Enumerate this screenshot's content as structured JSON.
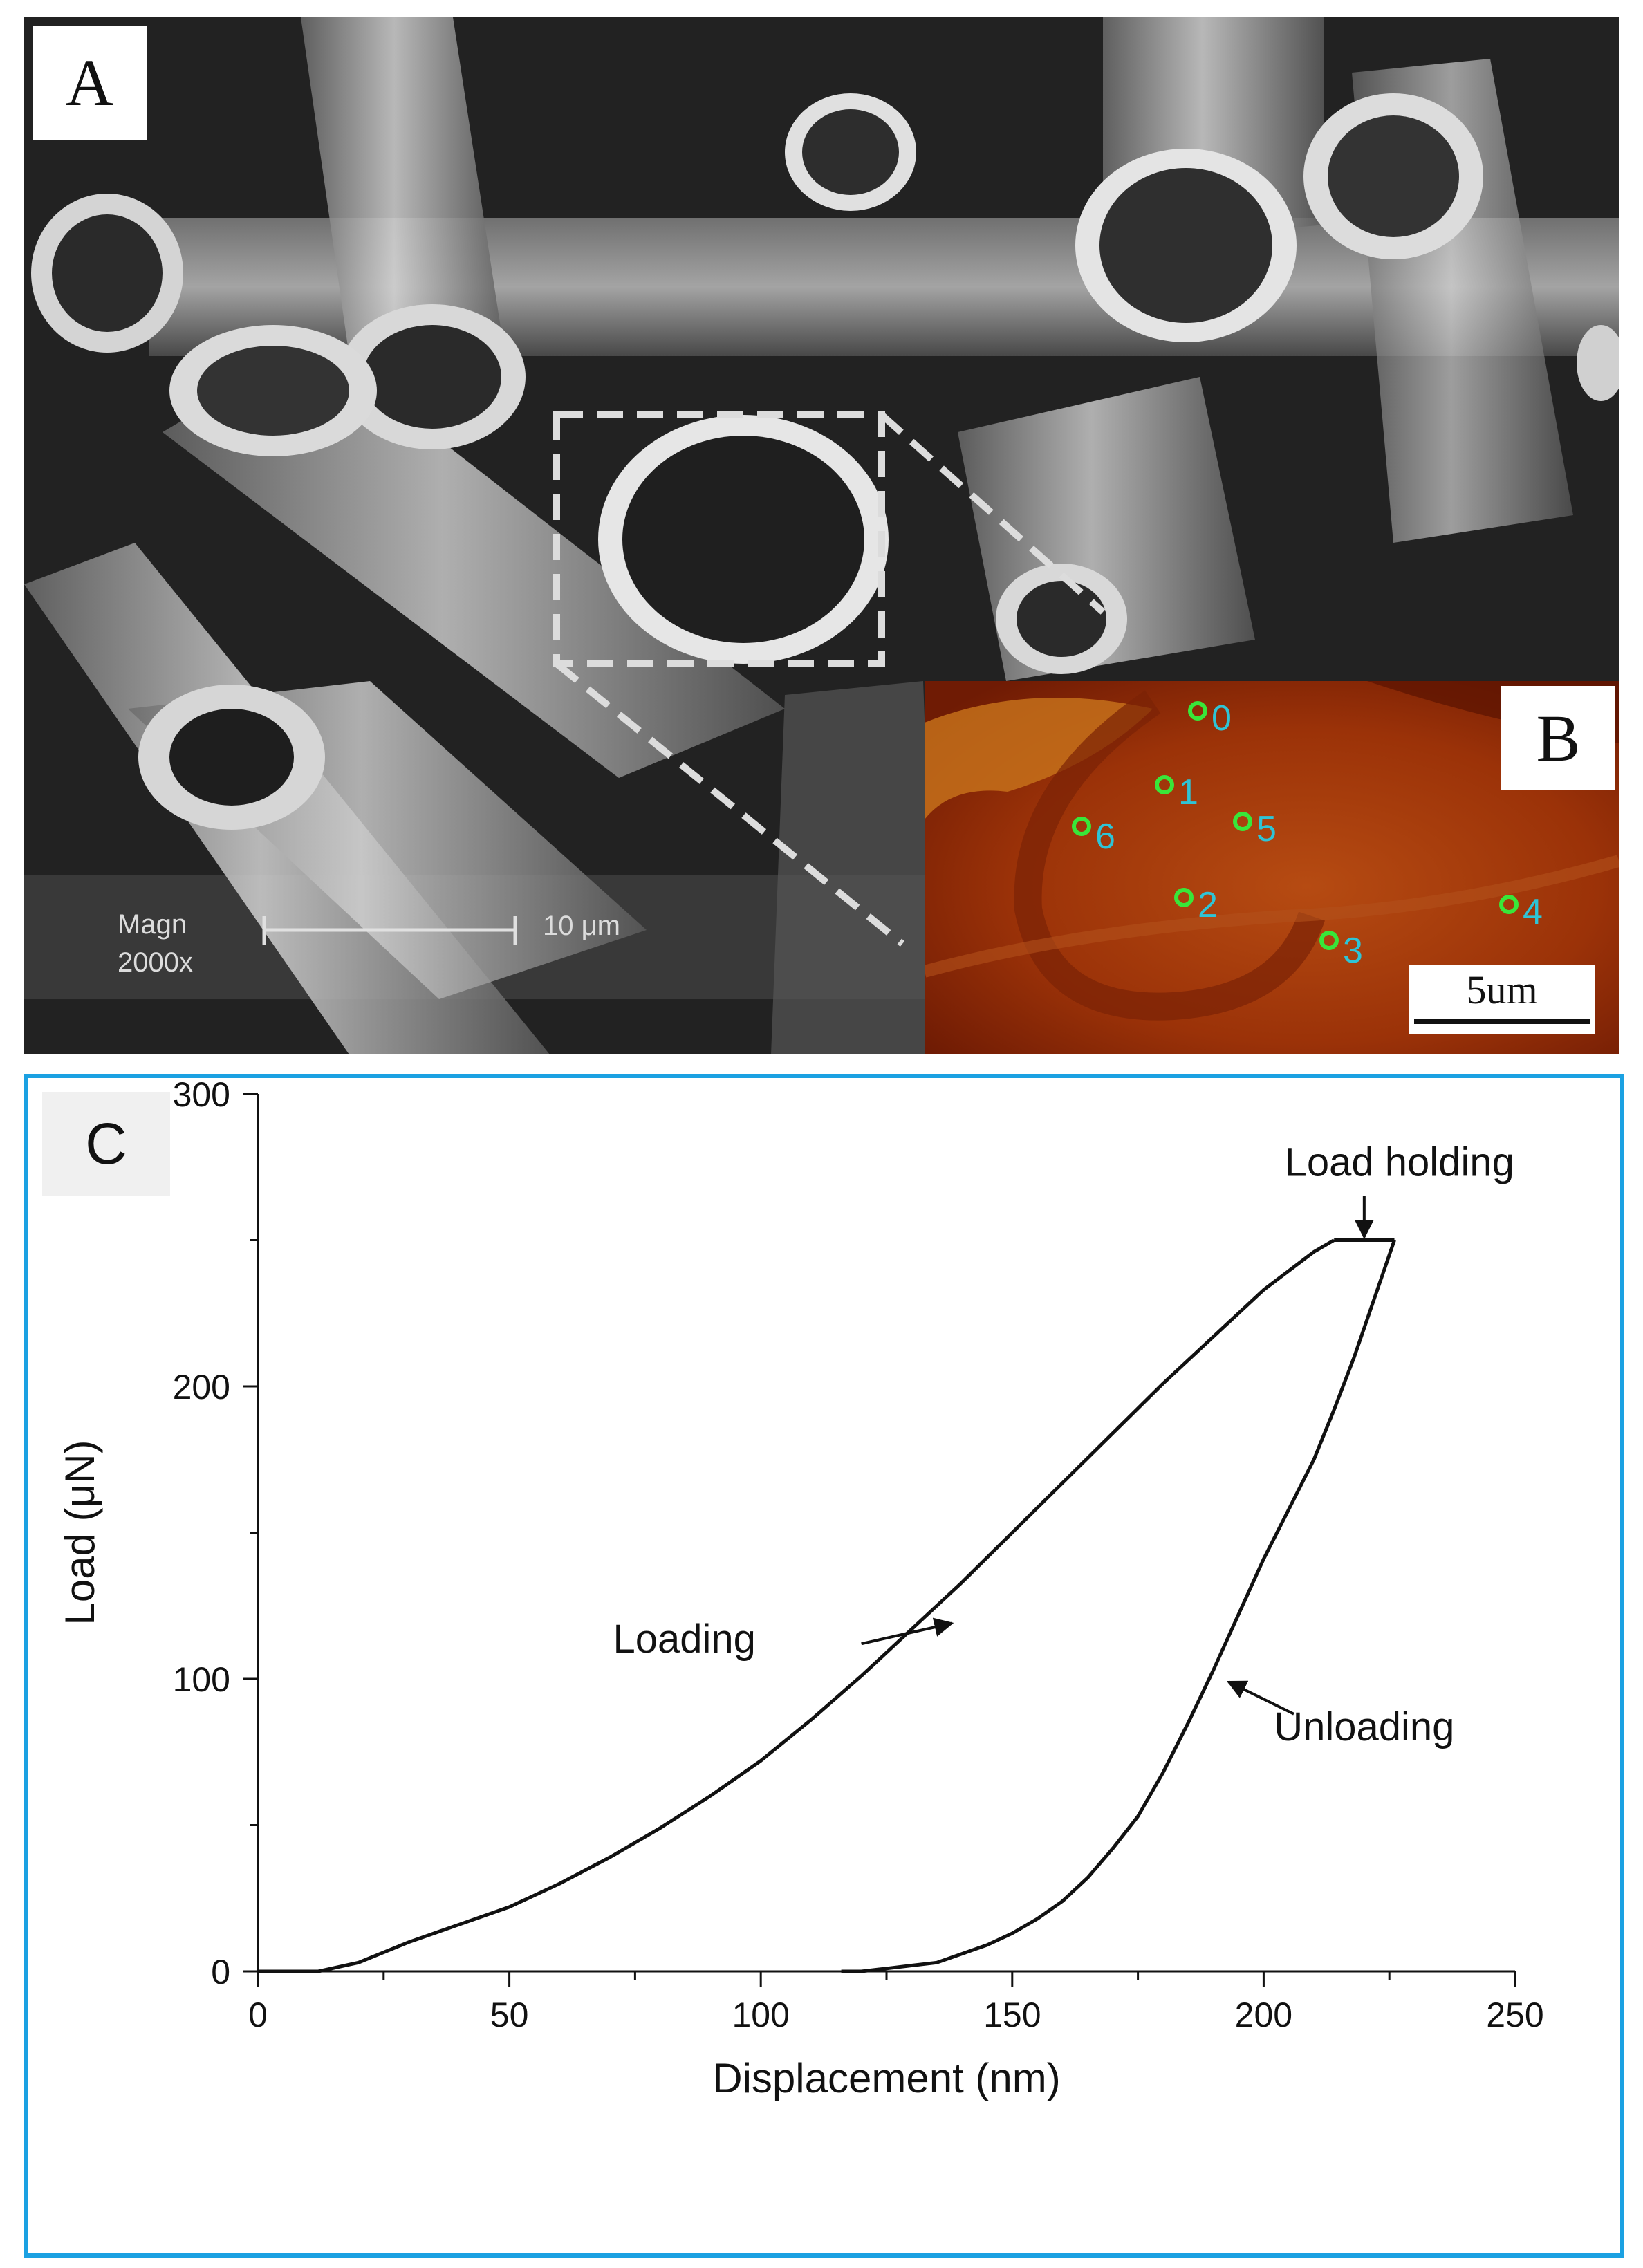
{
  "panel_a": {
    "label": "A",
    "mag_label": "Magn",
    "mag_value": "2000x",
    "scale_label": "10 μm"
  },
  "panel_b": {
    "label": "B",
    "scale_label": "5um",
    "points": [
      {
        "id": "0"
      },
      {
        "id": "1"
      },
      {
        "id": "2"
      },
      {
        "id": "3"
      },
      {
        "id": "4"
      },
      {
        "id": "5"
      },
      {
        "id": "6"
      }
    ],
    "marker_color": "#39e639",
    "number_color": "#2ec4d6",
    "background_color": "#9b3208"
  },
  "panel_c": {
    "label": "C",
    "frame_color": "#1ba1e2"
  },
  "chart_data": {
    "type": "line",
    "xlabel": "Displacement (nm)",
    "ylabel": "Load (μN)",
    "xlim": [
      0,
      250
    ],
    "ylim": [
      0,
      300
    ],
    "xticks": [
      "0",
      "50",
      "100",
      "150",
      "200",
      "250"
    ],
    "yticks": [
      "0",
      "100",
      "200",
      "300"
    ],
    "annotations": [
      "Load holding",
      "Loading",
      "Unloading"
    ],
    "series": [
      {
        "x": [
          0,
          12,
          20,
          30,
          40,
          50,
          60,
          70,
          80,
          90,
          100,
          110,
          120,
          130,
          140,
          150,
          160,
          170,
          180,
          190,
          200,
          210,
          214
        ],
        "y": [
          0,
          0,
          3,
          10,
          16,
          22,
          30,
          39,
          49,
          60,
          72,
          86,
          101,
          117,
          133,
          150,
          167,
          184,
          201,
          217,
          233,
          246,
          250
        ]
      },
      {
        "x": [
          214,
          226
        ],
        "y": [
          250,
          250
        ]
      },
      {
        "x": [
          226,
          222,
          218,
          214,
          210,
          205,
          200,
          195,
          190,
          185,
          180,
          175,
          170,
          165,
          160,
          155,
          150,
          145,
          140,
          135,
          130,
          125,
          120,
          116
        ],
        "y": [
          250,
          230,
          210,
          192,
          175,
          158,
          141,
          122,
          103,
          85,
          68,
          53,
          42,
          32,
          24,
          18,
          13,
          9,
          6,
          3,
          2,
          1,
          0,
          0
        ]
      }
    ]
  }
}
